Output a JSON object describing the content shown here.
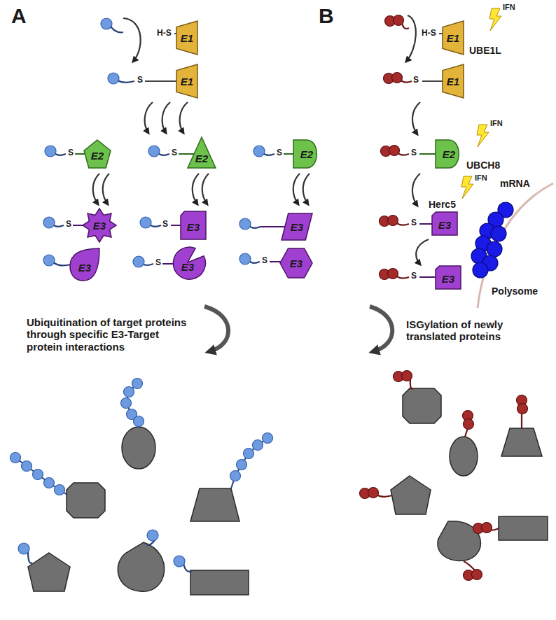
{
  "diagram": {
    "nodes": [
      {
        "text": [
          "E1"
        ]
      },
      {
        "text": [
          "E1"
        ]
      },
      {
        "text": [
          "E2"
        ]
      },
      {
        "text": [
          "E2"
        ]
      },
      {
        "text": [
          "E2"
        ]
      },
      {
        "text": [
          "E3"
        ]
      },
      {
        "text": [
          "E3"
        ]
      },
      {
        "text": [
          "E3"
        ]
      },
      {
        "text": [
          "E3"
        ]
      },
      {
        "text": [
          "E3"
        ]
      },
      {
        "text": [
          "E3"
        ]
      },
      {
        "text": [
          "E1"
        ]
      },
      {
        "text": [
          "E1"
        ]
      },
      {
        "text": [
          "E2"
        ]
      },
      {
        "text": [
          "E3"
        ]
      },
      {
        "text": [
          "E3"
        ]
      }
    ],
    "labels": [
      "A",
      "B",
      "H-S",
      "S",
      "S",
      "S",
      "S",
      "S",
      "S",
      "S",
      "S",
      "H-S",
      "UBE1L",
      "IFN",
      "S",
      "IFN",
      "UBCH8",
      "S",
      "IFN",
      "Herc5",
      "mRNA",
      "S",
      "S",
      "Polysome",
      "Ubiquitination of target proteins through specific E3-Target protein interactions",
      "ISGylation of newly translated proteins"
    ]
  }
}
